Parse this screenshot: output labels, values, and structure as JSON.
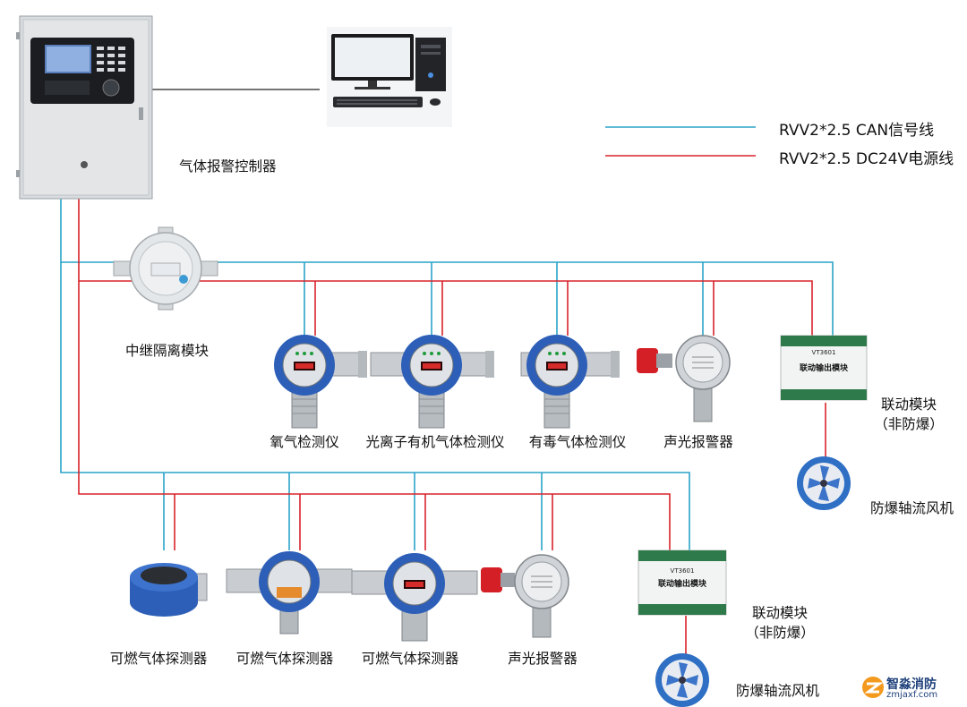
{
  "colors": {
    "can_line": "#2aa4c8",
    "power_line": "#d8232a",
    "detector_blue": "#2d5fb8",
    "panel_gray": "#d9dcdf",
    "brand": "#1d3f7a"
  },
  "legend": {
    "can_label": "RVV2*2.5 CAN信号线",
    "power_label": "RVV2*2.5 DC24V电源线"
  },
  "labels": {
    "controller": "气体报警控制器",
    "relay": "中继隔离模块",
    "oxygen": "氧气检测仪",
    "pid": "光离子有机气体检测仪",
    "toxic": "有毒气体检测仪",
    "alarm_top": "声光报警器",
    "link_top": "联动模块",
    "link_top_sub": "（非防爆）",
    "fan_top": "防爆轴流风机",
    "comb1": "可燃气体探测器",
    "comb2": "可燃气体探测器",
    "comb3": "可燃气体探测器",
    "alarm_bottom": "声光报警器",
    "link_bottom": "联动模块",
    "link_bottom_sub": "（非防爆）",
    "fan_bottom": "防爆轴流风机"
  },
  "device_text": {
    "module_model_top": "VT3601",
    "module_title_top": "联动输出模块",
    "module_model_bottom": "VT3601",
    "module_title_bottom": "联动输出模块"
  },
  "logo": {
    "brand": "智淼消防",
    "url": "zmjaxf.com"
  },
  "icons": [
    "controller-panel-icon",
    "computer-icon",
    "relay-junction-box-icon",
    "gas-detector-icon",
    "sound-light-alarm-icon",
    "linkage-module-icon",
    "axial-fan-icon",
    "logo-icon"
  ]
}
